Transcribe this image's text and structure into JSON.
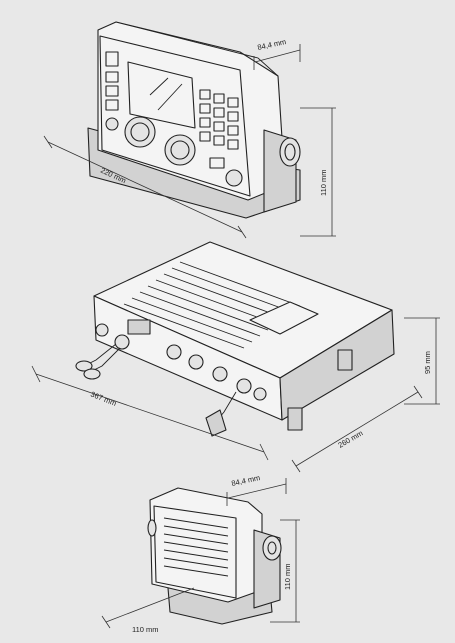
{
  "colors": {
    "background": "#e8e8e8",
    "line": "#222222",
    "device_fill": "#f4f4f4"
  },
  "control_unit": {
    "depth_label": "84,4 mm",
    "width_label": "220 mm",
    "height_label": "110 mm"
  },
  "transceiver_box": {
    "width_label": "367 mm",
    "depth_label": "260 mm",
    "height_label": "95 mm"
  },
  "speaker_unit": {
    "depth_label": "84,4 mm",
    "width_label": "110 mm",
    "height_label": "110 mm"
  }
}
